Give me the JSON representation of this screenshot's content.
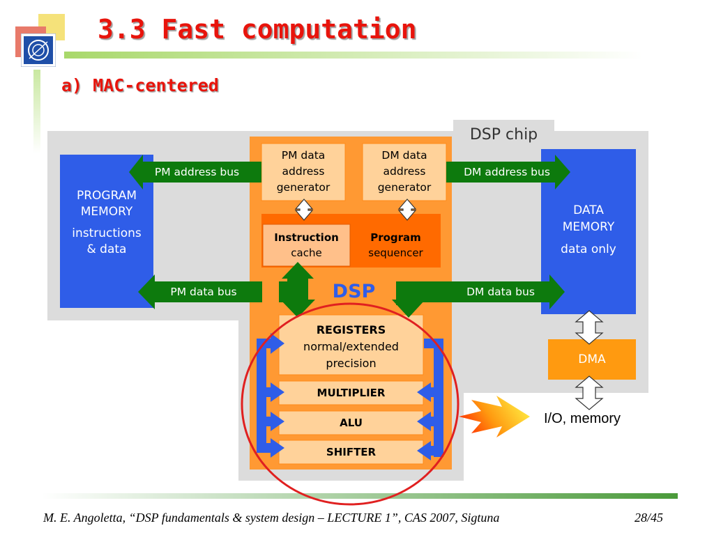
{
  "slide": {
    "title": "3.3 Fast computation",
    "subtitle": "a) MAC-centered",
    "footer": "M. E. Angoletta, “DSP fundamentals & system design – LECTURE 1”, CAS 2007, Sigtuna",
    "page": "28/45"
  },
  "diagram": {
    "dsp_chip_label": "DSP chip",
    "dsp_label": "DSP",
    "program_memory": {
      "line1": "PROGRAM",
      "line2": "MEMORY",
      "line3": "instructions",
      "line4": "& data"
    },
    "data_memory": {
      "line1": "DATA",
      "line2": "MEMORY",
      "line3": "data only"
    },
    "pm_dag": {
      "line1": "PM data",
      "line2": "address",
      "line3": "generator"
    },
    "dm_dag": {
      "line1": "DM data",
      "line2": "address",
      "line3": "generator"
    },
    "instruction_cache": {
      "line1": "Instruction",
      "line2": "cache"
    },
    "program_sequencer": {
      "line1": "Program",
      "line2": "sequencer"
    },
    "registers": {
      "line1": "REGISTERS",
      "line2": "normal/extended",
      "line3": "precision"
    },
    "multiplier": "MULTIPLIER",
    "alu": "ALU",
    "shifter": "SHIFTER",
    "dma": "DMA",
    "io_memory": "I/O, memory",
    "pm_address_bus": "PM address bus",
    "dm_address_bus": "DM address bus",
    "pm_data_bus": "PM data bus",
    "dm_data_bus": "DM data bus"
  },
  "colors": {
    "title_red": "#e8140c",
    "memory_blue": "#2f5de8",
    "dsp_orange": "#ff9933",
    "dark_orange": "#ff6a00",
    "light_peach": "#ffd29a",
    "bus_green": "#0d7a0d",
    "chip_gray": "#dcdcdc",
    "circle_red": "#e02020"
  }
}
